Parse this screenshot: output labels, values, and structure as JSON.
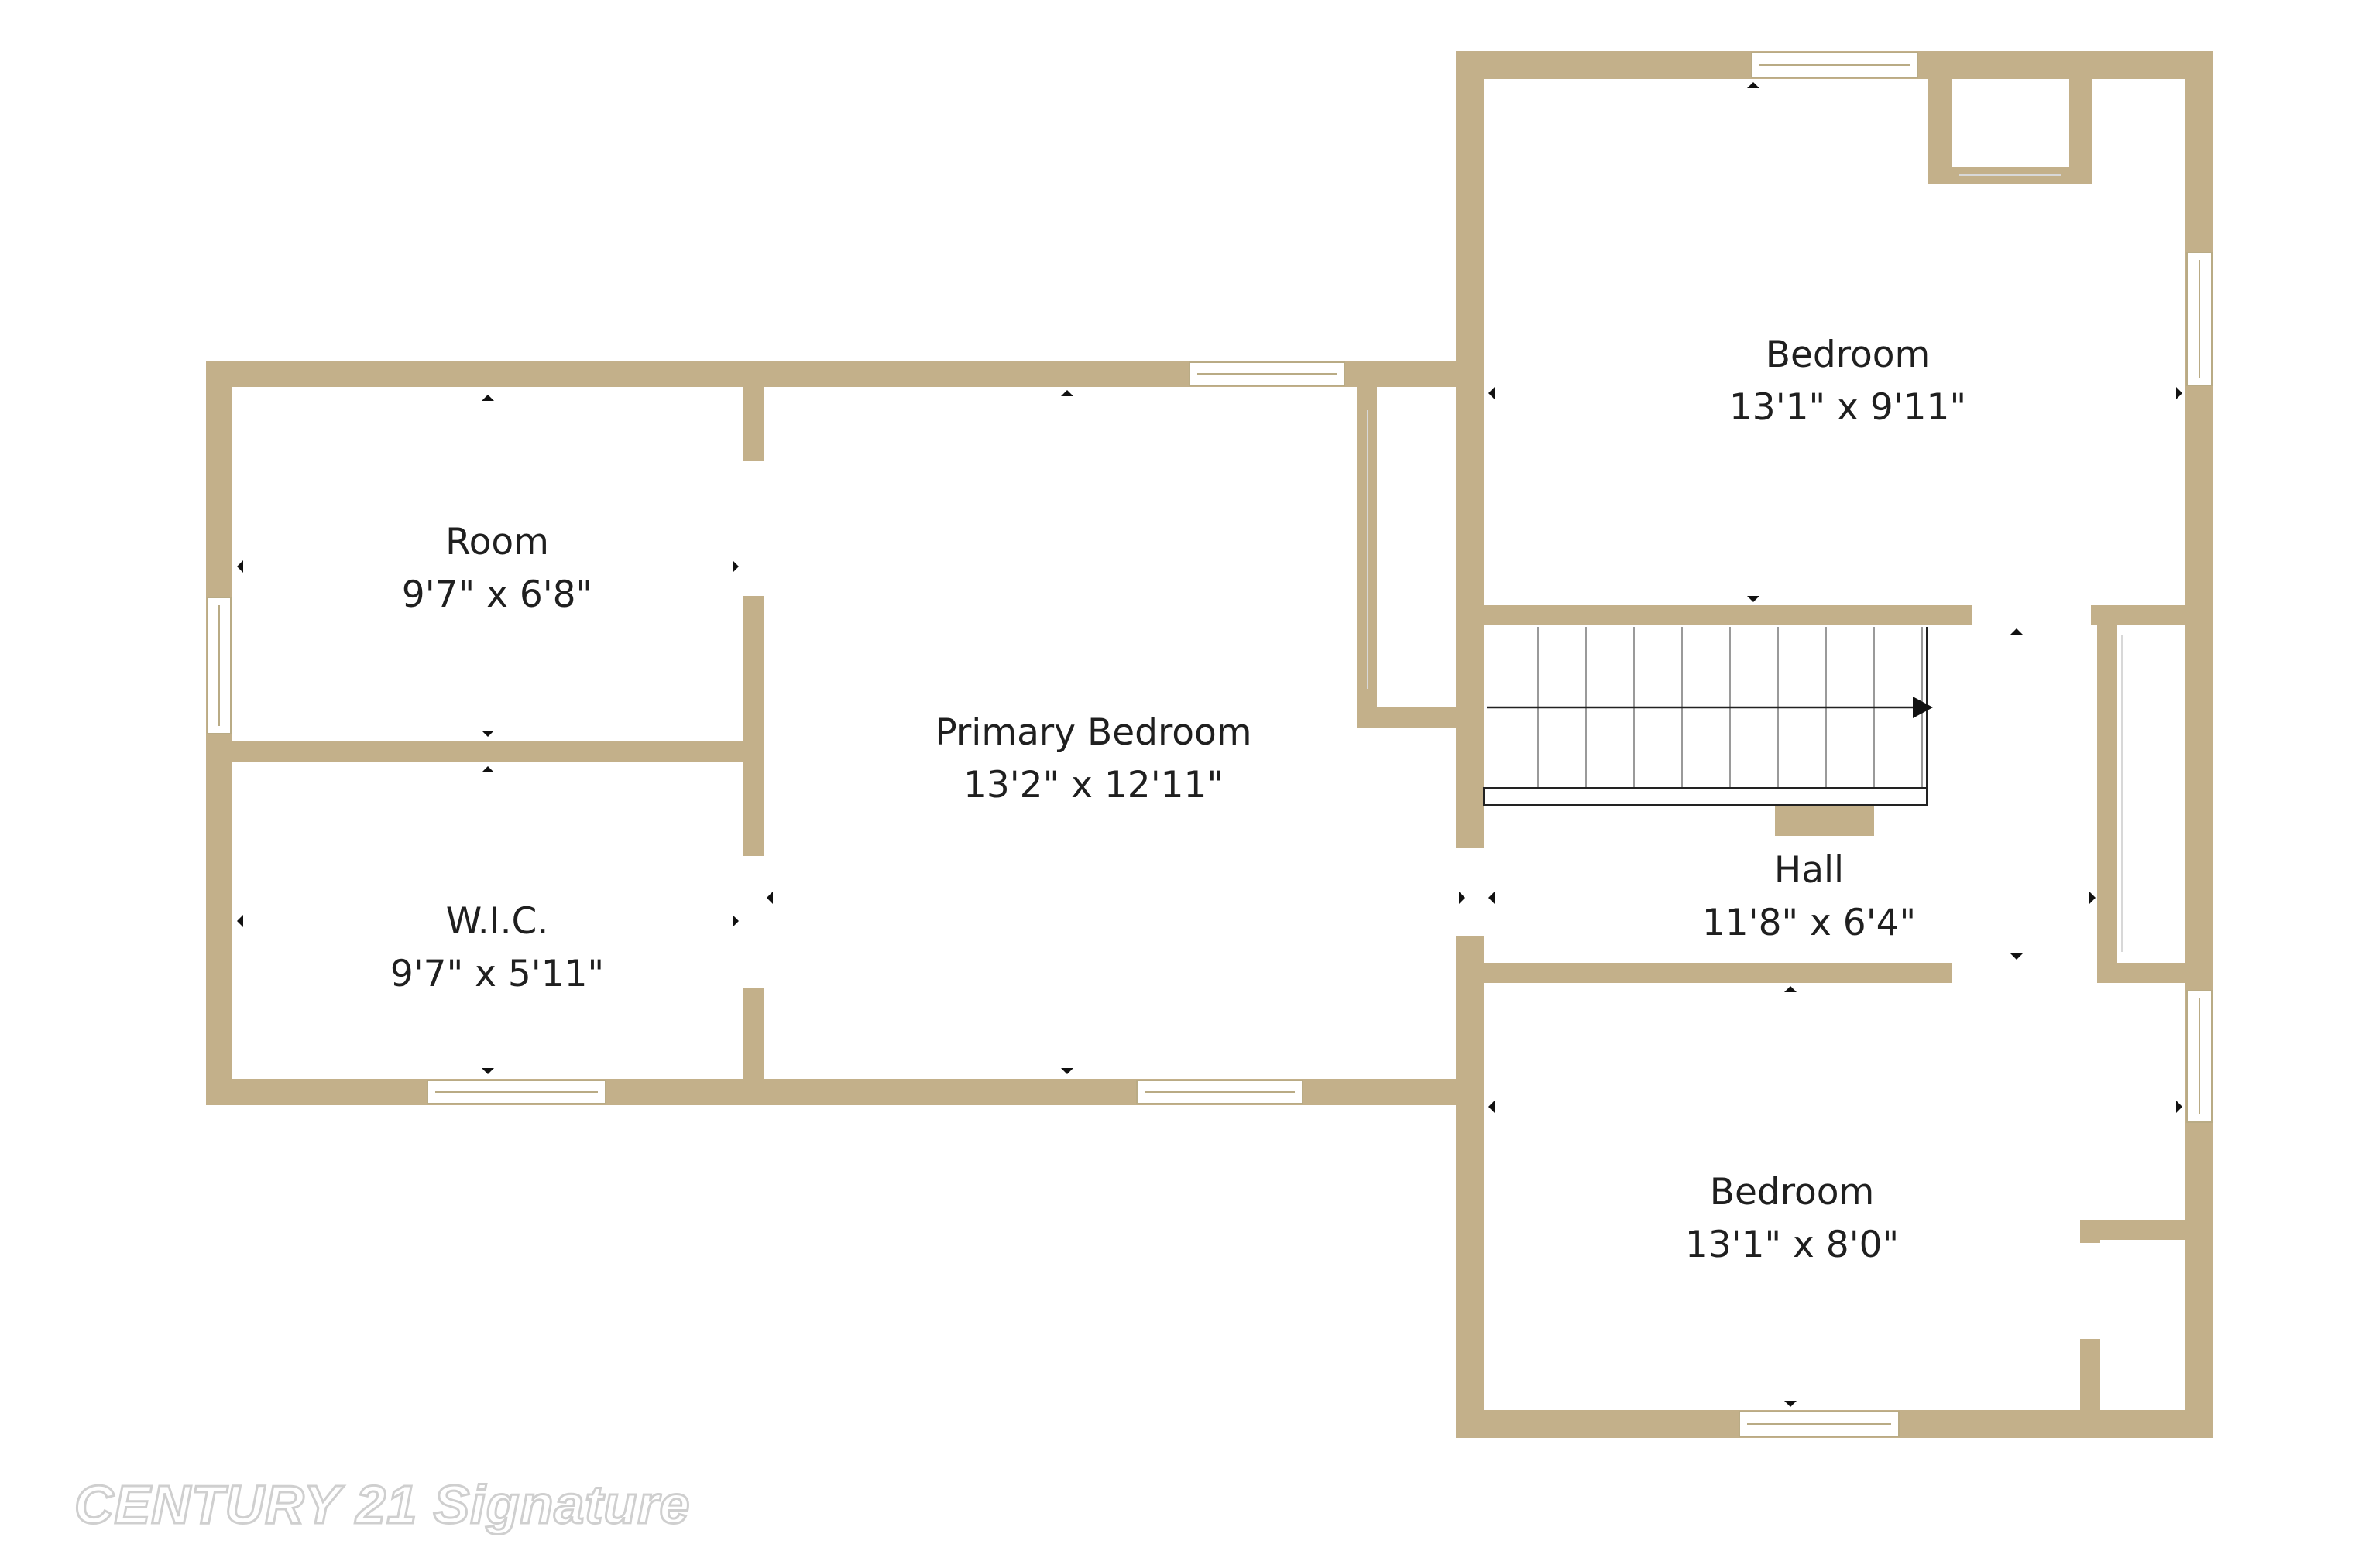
{
  "colors": {
    "wall": "#c3b08a",
    "background": "#ffffff",
    "text": "#1f1f1f",
    "watermark_outline": "#cfcfcf"
  },
  "rooms": {
    "room": {
      "name": "Room",
      "size": "9'7\" x 6'8\""
    },
    "wic": {
      "name": "W.I.C.",
      "size": "9'7\" x 5'11\""
    },
    "primary_bedroom": {
      "name": "Primary Bedroom",
      "size": "13'2\" x 12'11\""
    },
    "bedroom_upper": {
      "name": "Bedroom",
      "size": "13'1\" x 9'11\""
    },
    "hall": {
      "name": "Hall",
      "size": "11'8\" x 6'4\""
    },
    "bedroom_lower": {
      "name": "Bedroom",
      "size": "13'1\" x 8'0\""
    }
  },
  "watermark": "CENTURY 21 Signature"
}
